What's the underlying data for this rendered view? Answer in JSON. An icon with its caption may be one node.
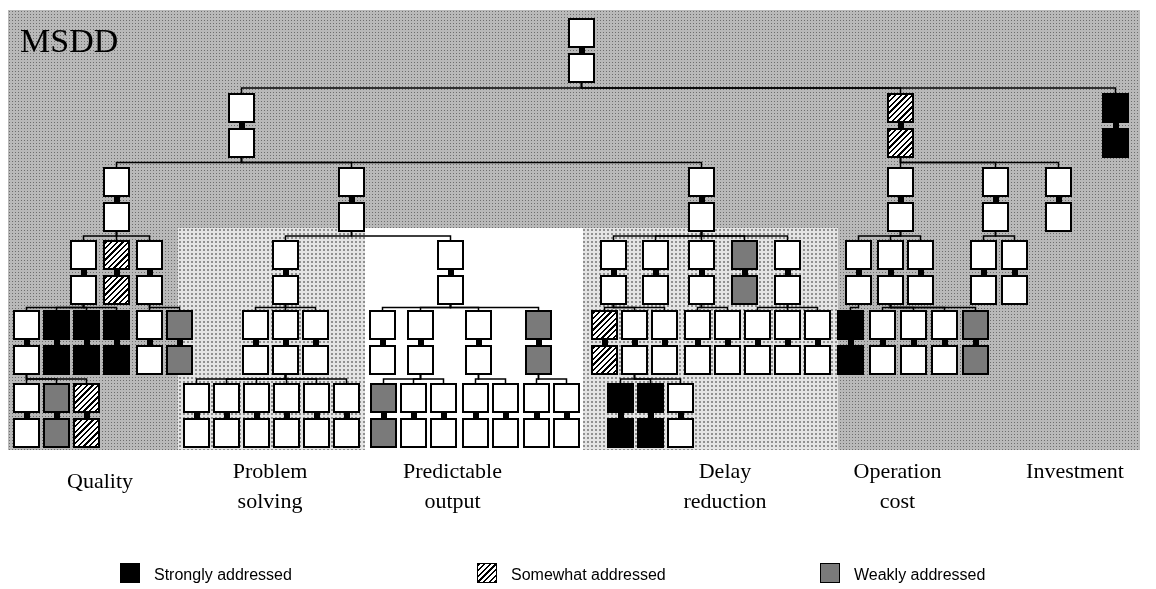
{
  "diagram": {
    "title": "MSDD",
    "nodes": [
      {
        "text": [],
        "shape": "box"
      },
      {
        "text": [],
        "shape": "box"
      },
      {
        "text": [],
        "shape": "box"
      },
      {
        "text": [],
        "shape": "box"
      },
      {
        "text": [],
        "shape": "box"
      },
      {
        "text": [],
        "shape": "box"
      },
      {
        "text": [],
        "shape": "box"
      },
      {
        "text": [],
        "shape": "box"
      },
      {
        "text": [],
        "shape": "box"
      },
      {
        "text": [],
        "shape": "box"
      },
      {
        "text": [],
        "shape": "box"
      },
      {
        "text": [],
        "shape": "box"
      },
      {
        "text": [],
        "shape": "box"
      },
      {
        "text": [],
        "shape": "box"
      },
      {
        "text": [],
        "shape": "box"
      },
      {
        "text": [],
        "shape": "box"
      },
      {
        "text": [],
        "shape": "box"
      },
      {
        "text": [],
        "shape": "box"
      },
      {
        "text": [],
        "shape": "box"
      },
      {
        "text": [],
        "shape": "box"
      },
      {
        "text": [],
        "shape": "box"
      },
      {
        "text": [],
        "shape": "box"
      },
      {
        "text": [],
        "shape": "box"
      },
      {
        "text": [],
        "shape": "box"
      },
      {
        "text": [],
        "shape": "box"
      },
      {
        "text": [],
        "shape": "box"
      },
      {
        "text": [],
        "shape": "box"
      },
      {
        "text": [],
        "shape": "box"
      },
      {
        "text": [],
        "shape": "box"
      },
      {
        "text": [],
        "shape": "box"
      },
      {
        "text": [],
        "shape": "box"
      },
      {
        "text": [],
        "shape": "box"
      },
      {
        "text": [],
        "shape": "box"
      },
      {
        "text": [],
        "shape": "box"
      },
      {
        "text": [],
        "shape": "box"
      },
      {
        "text": [],
        "shape": "box"
      },
      {
        "text": [],
        "shape": "box"
      },
      {
        "text": [],
        "shape": "box"
      },
      {
        "text": [],
        "shape": "box"
      },
      {
        "text": [],
        "shape": "box"
      },
      {
        "text": [],
        "shape": "box"
      },
      {
        "text": [],
        "shape": "box"
      },
      {
        "text": [],
        "shape": "box"
      },
      {
        "text": [],
        "shape": "box"
      },
      {
        "text": [],
        "shape": "box"
      },
      {
        "text": [],
        "shape": "box"
      },
      {
        "text": [],
        "shape": "box"
      },
      {
        "text": [],
        "shape": "box"
      },
      {
        "text": [],
        "shape": "box"
      },
      {
        "text": [],
        "shape": "box"
      },
      {
        "text": [],
        "shape": "box"
      },
      {
        "text": [],
        "shape": "box"
      },
      {
        "text": [],
        "shape": "box"
      },
      {
        "text": [],
        "shape": "box"
      },
      {
        "text": [],
        "shape": "box"
      },
      {
        "text": [],
        "shape": "box"
      },
      {
        "text": [],
        "shape": "box"
      },
      {
        "text": [],
        "shape": "box"
      },
      {
        "text": [],
        "shape": "box"
      },
      {
        "text": [],
        "shape": "box"
      },
      {
        "text": [],
        "shape": "box"
      },
      {
        "text": [],
        "shape": "box"
      },
      {
        "text": [],
        "shape": "box"
      },
      {
        "text": [],
        "shape": "box"
      },
      {
        "text": [],
        "shape": "box"
      },
      {
        "text": [],
        "shape": "box"
      },
      {
        "text": [],
        "shape": "box"
      },
      {
        "text": [],
        "shape": "box"
      },
      {
        "text": [],
        "shape": "box"
      },
      {
        "text": [],
        "shape": "box"
      }
    ],
    "edges": [
      {
        "from": 0,
        "to": 1,
        "arrow": "none"
      },
      {
        "from": 1,
        "to": 2,
        "arrow": "none"
      },
      {
        "from": 2,
        "to": 3,
        "arrow": "none"
      },
      {
        "from": 3,
        "to": 4,
        "arrow": "none"
      },
      {
        "from": 4,
        "to": 5,
        "arrow": "none"
      },
      {
        "from": 4,
        "to": 6,
        "arrow": "none"
      },
      {
        "from": 4,
        "to": 7,
        "arrow": "none"
      },
      {
        "from": 3,
        "to": 8,
        "arrow": "none"
      },
      {
        "from": 3,
        "to": 9,
        "arrow": "none"
      },
      {
        "from": 3,
        "to": 10,
        "arrow": "none"
      },
      {
        "from": 2,
        "to": 11,
        "arrow": "none"
      },
      {
        "from": 2,
        "to": 12,
        "arrow": "none"
      },
      {
        "from": 12,
        "to": 13,
        "arrow": "none"
      },
      {
        "from": 12,
        "to": 14,
        "arrow": "none"
      },
      {
        "from": 1,
        "to": 15,
        "arrow": "none"
      },
      {
        "from": 15,
        "to": 16,
        "arrow": "none"
      },
      {
        "from": 16,
        "to": 17,
        "arrow": "none"
      },
      {
        "from": 16,
        "to": 18,
        "arrow": "none"
      },
      {
        "from": 18,
        "to": 19,
        "arrow": "none"
      },
      {
        "from": 18,
        "to": 20,
        "arrow": "none"
      },
      {
        "from": 18,
        "to": 21,
        "arrow": "none"
      },
      {
        "from": 18,
        "to": 22,
        "arrow": "none"
      },
      {
        "from": 18,
        "to": 23,
        "arrow": "none"
      },
      {
        "from": 18,
        "to": 24,
        "arrow": "none"
      },
      {
        "from": 16,
        "to": 25,
        "arrow": "none"
      },
      {
        "from": 15,
        "to": 26,
        "arrow": "none"
      },
      {
        "from": 26,
        "to": 27,
        "arrow": "none"
      },
      {
        "from": 26,
        "to": 28,
        "arrow": "none"
      },
      {
        "from": 28,
        "to": 29,
        "arrow": "none"
      },
      {
        "from": 28,
        "to": 30,
        "arrow": "none"
      },
      {
        "from": 28,
        "to": 31,
        "arrow": "none"
      },
      {
        "from": 26,
        "to": 32,
        "arrow": "none"
      },
      {
        "from": 32,
        "to": 33,
        "arrow": "none"
      },
      {
        "from": 32,
        "to": 34,
        "arrow": "none"
      },
      {
        "from": 26,
        "to": 35,
        "arrow": "none"
      },
      {
        "from": 35,
        "to": 36,
        "arrow": "none"
      },
      {
        "from": 35,
        "to": 37,
        "arrow": "none"
      },
      {
        "from": 1,
        "to": 38,
        "arrow": "none"
      },
      {
        "from": 38,
        "to": 39,
        "arrow": "none"
      },
      {
        "from": 39,
        "to": 40,
        "arrow": "none"
      },
      {
        "from": 39,
        "to": 41,
        "arrow": "none"
      },
      {
        "from": 41,
        "to": 42,
        "arrow": "none"
      },
      {
        "from": 41,
        "to": 43,
        "arrow": "none"
      },
      {
        "from": 41,
        "to": 44,
        "arrow": "none"
      },
      {
        "from": 39,
        "to": 45,
        "arrow": "none"
      },
      {
        "from": 38,
        "to": 46,
        "arrow": "none"
      },
      {
        "from": 38,
        "to": 47,
        "arrow": "none"
      },
      {
        "from": 47,
        "to": 48,
        "arrow": "none"
      },
      {
        "from": 47,
        "to": 49,
        "arrow": "none"
      },
      {
        "from": 38,
        "to": 50,
        "arrow": "none"
      },
      {
        "from": 38,
        "to": 51,
        "arrow": "none"
      },
      {
        "from": 51,
        "to": 52,
        "arrow": "none"
      },
      {
        "from": 51,
        "to": 53,
        "arrow": "none"
      },
      {
        "from": 51,
        "to": 54,
        "arrow": "none"
      },
      {
        "from": 0,
        "to": 55,
        "arrow": "none"
      },
      {
        "from": 55,
        "to": 56,
        "arrow": "none"
      },
      {
        "from": 56,
        "to": 57,
        "arrow": "none"
      },
      {
        "from": 57,
        "to": 58,
        "arrow": "none"
      },
      {
        "from": 56,
        "to": 59,
        "arrow": "none"
      },
      {
        "from": 59,
        "to": 60,
        "arrow": "none"
      },
      {
        "from": 59,
        "to": 61,
        "arrow": "none"
      },
      {
        "from": 59,
        "to": 62,
        "arrow": "none"
      },
      {
        "from": 59,
        "to": 63,
        "arrow": "none"
      },
      {
        "from": 56,
        "to": 64,
        "arrow": "none"
      },
      {
        "from": 55,
        "to": 65,
        "arrow": "none"
      },
      {
        "from": 65,
        "to": 66,
        "arrow": "none"
      },
      {
        "from": 65,
        "to": 67,
        "arrow": "none"
      },
      {
        "from": 55,
        "to": 68,
        "arrow": "none"
      },
      {
        "from": 0,
        "to": 69,
        "arrow": "none"
      }
    ],
    "labels": [
      "Quality",
      "Problem solving",
      "Predictable output",
      "Delay reduction",
      "Operation cost",
      "Investment"
    ],
    "legend": [
      {
        "text": "Strongly addressed",
        "color": "#000000"
      },
      {
        "text": "Somewhat addressed"
      },
      {
        "text": "Weakly addressed",
        "color": "#7a7a7a"
      }
    ]
  }
}
